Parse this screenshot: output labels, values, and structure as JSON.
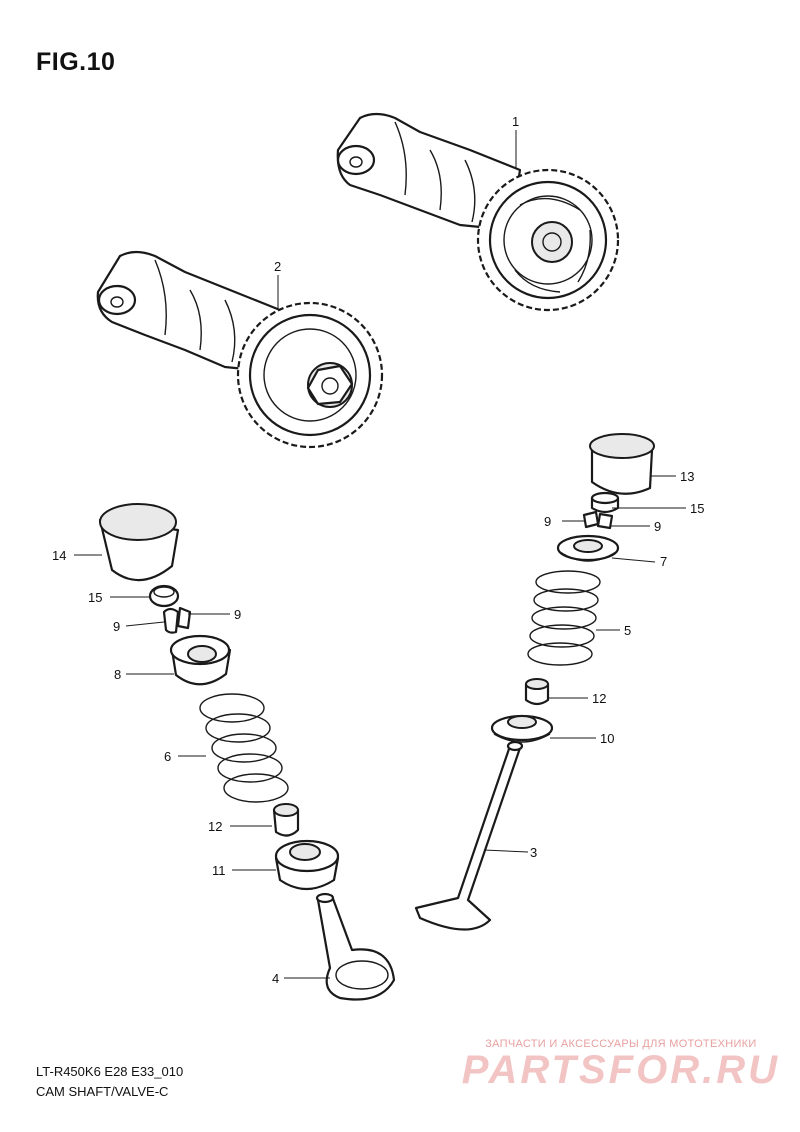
{
  "figure": {
    "title": "FIG.10"
  },
  "callouts": [
    "1",
    "2",
    "13",
    "15",
    "9",
    "9",
    "7",
    "5",
    "12",
    "10",
    "3",
    "14",
    "15",
    "9",
    "9",
    "8",
    "6",
    "12",
    "11",
    "4"
  ],
  "footer": {
    "line1": "LT-R450K6 E28 E33_010",
    "line2": "CAM SHAFT/VALVE-C"
  },
  "watermark": {
    "top": "ЗАПЧАСТИ И АКСЕССУАРЫ ДЛЯ МОТОТЕХНИКИ",
    "brand": "PARTSFOR.RU"
  },
  "colors": {
    "line": "#1a1a1a",
    "watermark": "#f2c4c4"
  }
}
